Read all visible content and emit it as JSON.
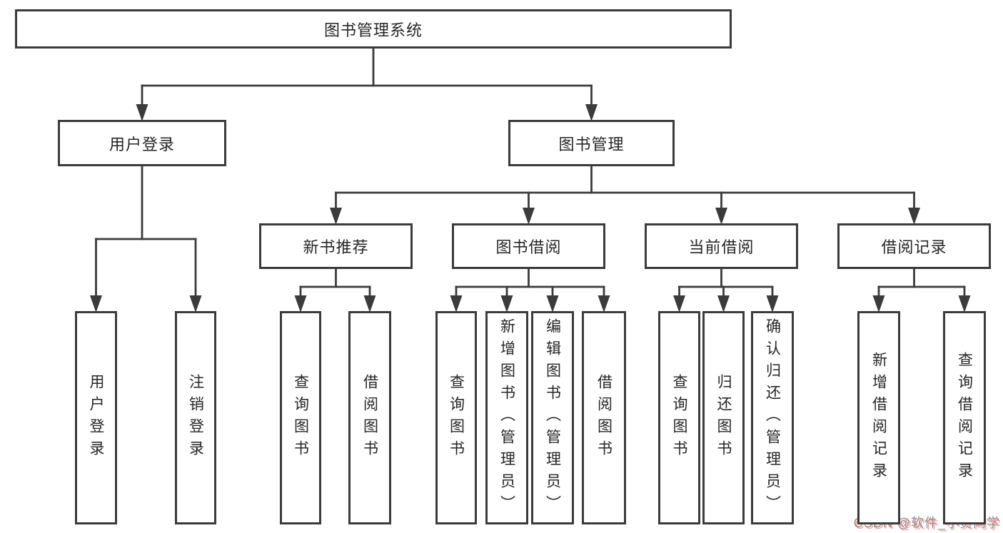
{
  "diagram": {
    "watermark": "CSDN @软件_小贺同学",
    "colors": {
      "line": "#3b3b3b",
      "text": "#262626",
      "box_background": "#ffffff",
      "page_background": "#ffffff",
      "watermark_text": "#8f8f8f",
      "watermark_shadow": "#ff9e9e"
    },
    "nodes": [
      {
        "id": "root",
        "label": "图书管理系统",
        "parent": null,
        "vertical": false
      },
      {
        "id": "user-login",
        "label": "用户登录",
        "parent": "root",
        "vertical": false
      },
      {
        "id": "book-mgmt",
        "label": "图书管理",
        "parent": "root",
        "vertical": false
      },
      {
        "id": "new-book-rec",
        "label": "新书推荐",
        "parent": "book-mgmt",
        "vertical": false
      },
      {
        "id": "book-borrow",
        "label": "图书借阅",
        "parent": "book-mgmt",
        "vertical": false
      },
      {
        "id": "current-borrow",
        "label": "当前借阅",
        "parent": "book-mgmt",
        "vertical": false
      },
      {
        "id": "borrow-records",
        "label": "借阅记录",
        "parent": "book-mgmt",
        "vertical": false
      },
      {
        "id": "login",
        "label": "用户登录",
        "parent": "user-login",
        "vertical": true
      },
      {
        "id": "logout",
        "label": "注销登录",
        "parent": "user-login",
        "vertical": true
      },
      {
        "id": "rec-query-book",
        "label": "查询图书",
        "parent": "new-book-rec",
        "vertical": true
      },
      {
        "id": "rec-borrow-book",
        "label": "借阅图书",
        "parent": "new-book-rec",
        "vertical": true
      },
      {
        "id": "bb-query-book",
        "label": "查询图书",
        "parent": "book-borrow",
        "vertical": true
      },
      {
        "id": "bb-add-book",
        "label": "新增图书（管理员）",
        "parent": "book-borrow",
        "vertical": true
      },
      {
        "id": "bb-edit-book",
        "label": "编辑图书（管理员）",
        "parent": "book-borrow",
        "vertical": true
      },
      {
        "id": "bb-borrow-book",
        "label": "借阅图书",
        "parent": "book-borrow",
        "vertical": true
      },
      {
        "id": "cb-query-book",
        "label": "查询图书",
        "parent": "current-borrow",
        "vertical": true
      },
      {
        "id": "cb-return-book",
        "label": "归还图书",
        "parent": "current-borrow",
        "vertical": true
      },
      {
        "id": "cb-confirm-return",
        "label": "确认归还（管理员）",
        "parent": "current-borrow",
        "vertical": true
      },
      {
        "id": "br-add-record",
        "label": "新增借阅记录",
        "parent": "borrow-records",
        "vertical": true
      },
      {
        "id": "br-query-record",
        "label": "查询借阅记录",
        "parent": "borrow-records",
        "vertical": true
      }
    ]
  }
}
